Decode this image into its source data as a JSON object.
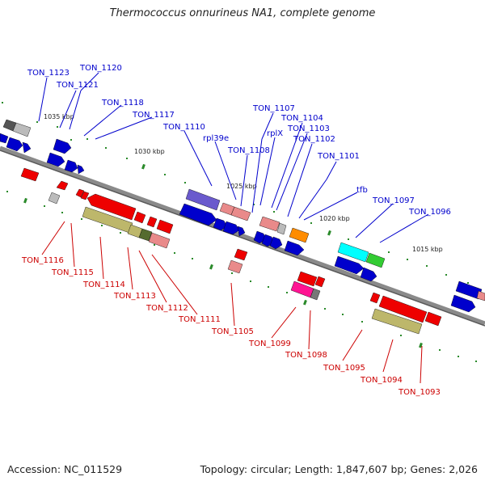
{
  "title": "Thermococcus onnurineus NA1, complete genome",
  "footer": {
    "accession": "Accession: NC_011529",
    "summary": "Topology: circular; Length: 1,847,607 bp; Genes: 2,026"
  },
  "colors": {
    "backbone": "#8c8c8c",
    "plus_strand_label": "#0000cc",
    "minus_strand_label": "#cc0000",
    "tick": "#2a8a2a"
  },
  "scale_labels": [
    "1035 kbp",
    "1030 kbp",
    "1025 kbp",
    "1020 kbp",
    "1015 kbp"
  ],
  "genes_plus_strand": [
    "TON_1123",
    "TON_1120",
    "TON_1121",
    "TON_1118",
    "TON_1117",
    "TON_1110",
    "rpl39e",
    "TON_1108",
    "TON_1107",
    "rplX",
    "TON_1104",
    "TON_1103",
    "TON_1102",
    "TON_1101",
    "tfb",
    "TON_1097",
    "TON_1096"
  ],
  "genes_minus_strand": [
    "TON_1116",
    "TON_1115",
    "TON_1114",
    "TON_1113",
    "TON_1112",
    "TON_1111",
    "TON_1105",
    "TON_1099",
    "TON_1098",
    "TON_1095",
    "TON_1094",
    "TON_1093"
  ]
}
